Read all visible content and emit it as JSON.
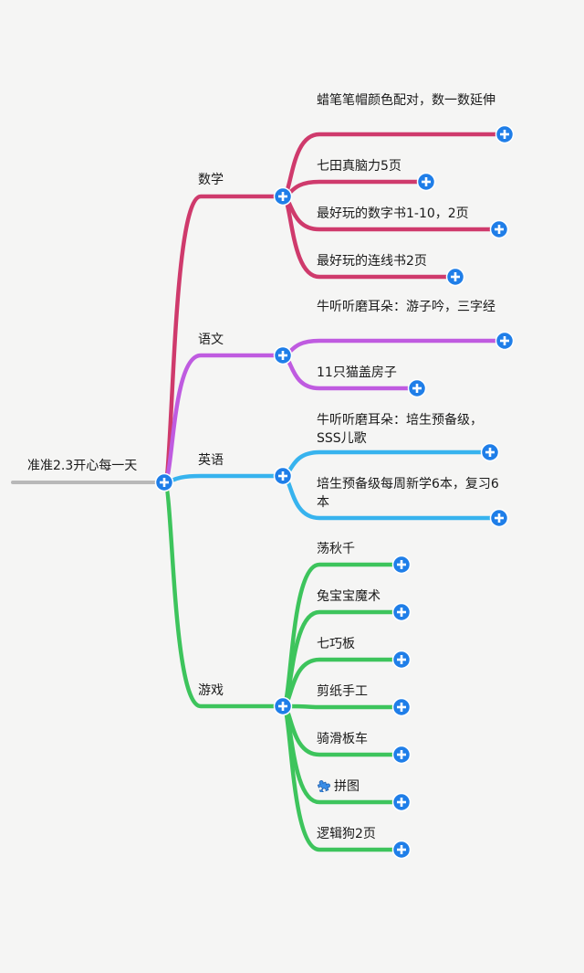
{
  "root": {
    "label": "准准2.3开心每一天"
  },
  "colors": {
    "root_line": "#b8b8b8",
    "expand_button": "#1f7ee8",
    "math": "#cf3a6c",
    "chinese": "#bf5be0",
    "english": "#37b3ee",
    "games": "#3dc45c"
  },
  "branches": [
    {
      "label": "数学",
      "color_key": "math",
      "children": [
        {
          "label": "蜡笔笔帽颜色配对，数一数延伸"
        },
        {
          "label": "七田真脑力5页"
        },
        {
          "label": "最好玩的数字书1-10，2页"
        },
        {
          "label": "最好玩的连线书2页"
        }
      ]
    },
    {
      "label": "语文",
      "color_key": "chinese",
      "children": [
        {
          "label": "牛听听磨耳朵：游子吟，三字经"
        },
        {
          "label": "11只猫盖房子"
        }
      ]
    },
    {
      "label": "英语",
      "color_key": "english",
      "children": [
        {
          "label": "牛听听磨耳朵：培生预备级，SSS儿歌"
        },
        {
          "label": "培生预备级每周新学6本，复习6本"
        }
      ]
    },
    {
      "label": "游戏",
      "color_key": "games",
      "children": [
        {
          "label": "荡秋千"
        },
        {
          "label": "兔宝宝魔术"
        },
        {
          "label": "七巧板"
        },
        {
          "label": "剪纸手工"
        },
        {
          "label": "骑滑板车"
        },
        {
          "label": "拼图",
          "icon": "puzzle-piece-icon"
        },
        {
          "label": "逻辑狗2页"
        }
      ]
    }
  ]
}
